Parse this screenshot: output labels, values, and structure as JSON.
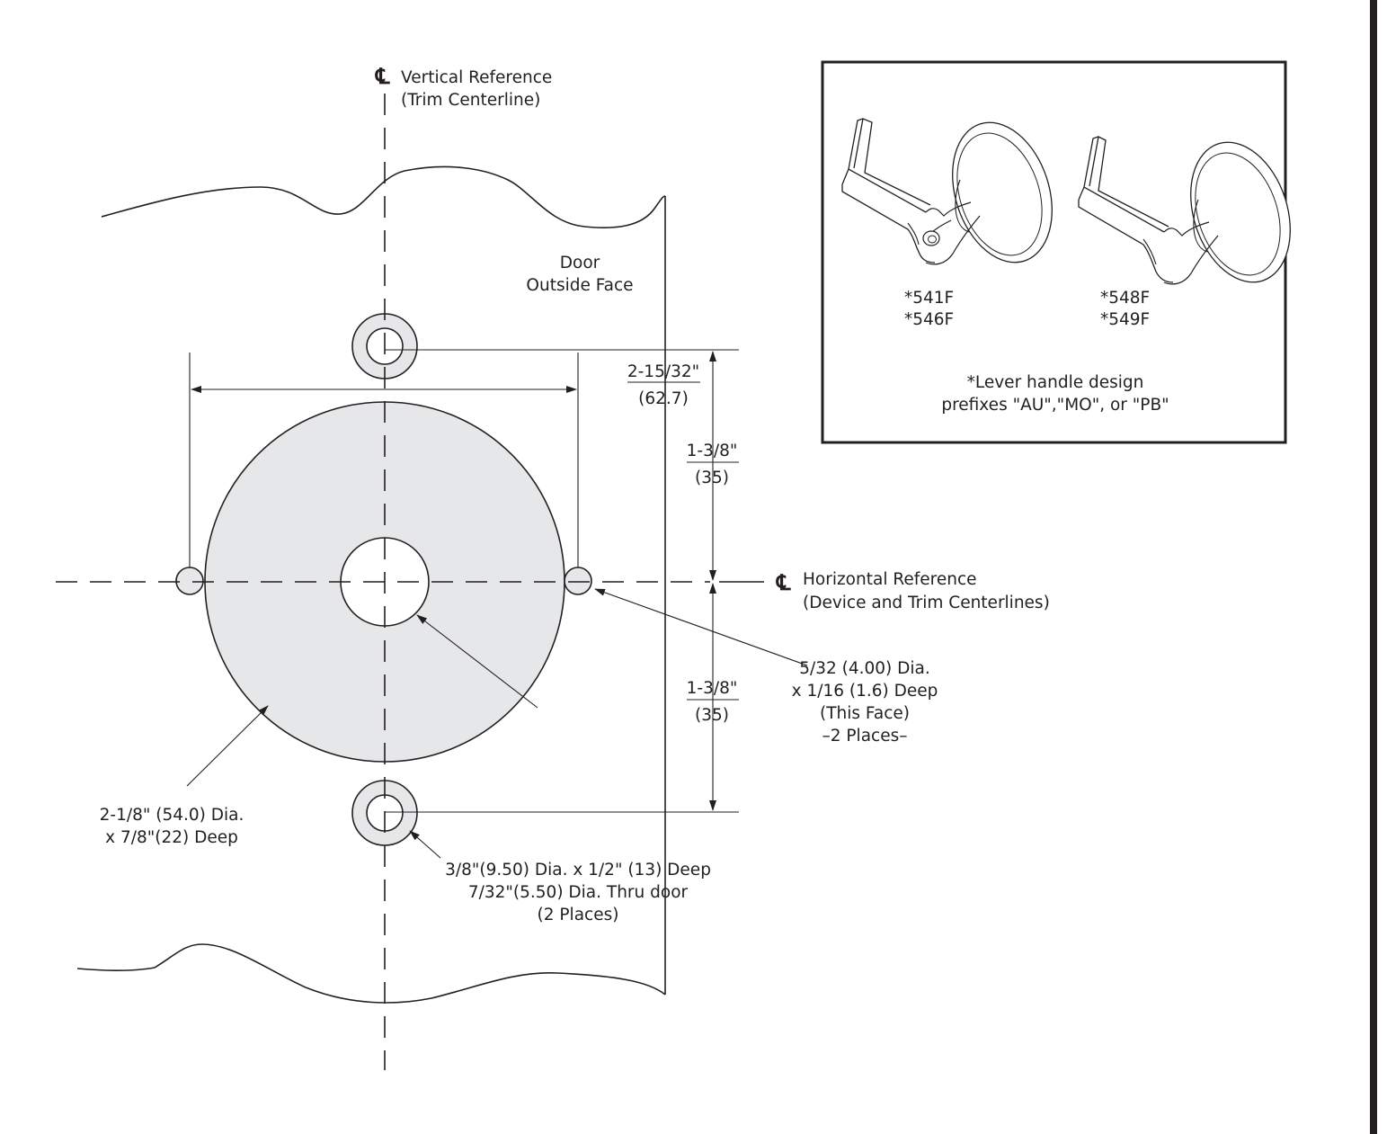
{
  "vertical_reference": {
    "symbol": "℄",
    "line1": "Vertical Reference",
    "line2": "(Trim Centerline)"
  },
  "horizontal_reference": {
    "symbol": "℄",
    "line1": "Horizontal Reference",
    "line2": "(Device and Trim Centerlines)"
  },
  "door_label": {
    "line1": "Door",
    "line2": "Outside Face"
  },
  "dims": {
    "d1": {
      "top": "2-15/32\"",
      "bottom": "(62.7)"
    },
    "d2": {
      "top": "1-3/8\"",
      "bottom": "(35)"
    },
    "d3": {
      "top": "1-3/8\"",
      "bottom": "(35)"
    }
  },
  "notes": {
    "small_holes": {
      "line1": "5/32 (4.00) Dia.",
      "line2": "x 1/16 (1.6) Deep",
      "line3": "(This Face)",
      "line4": "–2 Places–"
    },
    "large_bore": {
      "line1": "2-1/8\" (54.0) Dia.",
      "line2": "x 7/8\"(22) Deep"
    },
    "through_bolts": {
      "line1": "3/8\"(9.50) Dia. x 1/2\" (13) Deep",
      "line2": "7/32\"(5.50) Dia. Thru door",
      "line3": "(2 Places)"
    }
  },
  "inset": {
    "model_left": {
      "line1": "*541F",
      "line2": "*546F"
    },
    "model_right": {
      "line1": "*548F",
      "line2": "*549F"
    },
    "footnote": {
      "line1": "*Lever handle design",
      "line2": "prefixes \"AU\",\"MO\", or \"PB\""
    }
  },
  "colors": {
    "ink": "#231f20",
    "shade": "#e6e7e8"
  }
}
